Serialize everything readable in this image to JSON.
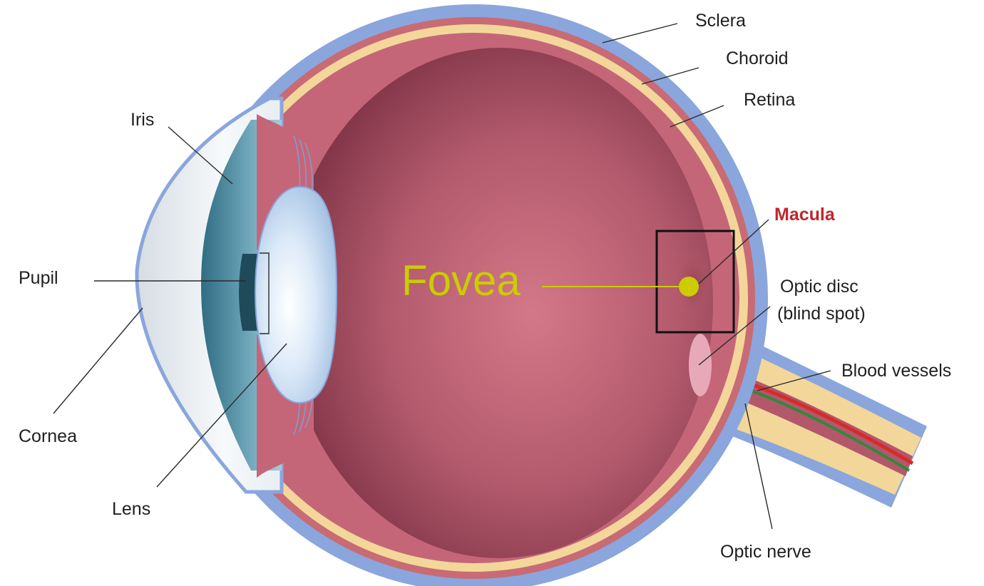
{
  "labels": {
    "sclera": "Sclera",
    "choroid": "Choroid",
    "retina": "Retina",
    "iris": "Iris",
    "macula": "Macula",
    "pupil": "Pupil",
    "fovea": "Fovea",
    "optic_disc_line1": "Optic disc",
    "optic_disc_line2": "(blind spot)",
    "blood_vessels": "Blood vessels",
    "cornea": "Cornea",
    "lens": "Lens",
    "optic_nerve": "Optic nerve"
  },
  "colors": {
    "sclera": "#8aa6dc",
    "choroid": "#c86b75",
    "retina": "#f3d79a",
    "vitreous_center": "#cd7183",
    "vitreous_edge": "#7d3243",
    "iris": "#4f8aa0",
    "lens": "#cfe2f7",
    "cornea": "#eef3f7",
    "macula_label": "#c0262f",
    "fovea_accent": "#cccc00",
    "artery": "#d72a2a",
    "vein": "#2e8a3c"
  }
}
